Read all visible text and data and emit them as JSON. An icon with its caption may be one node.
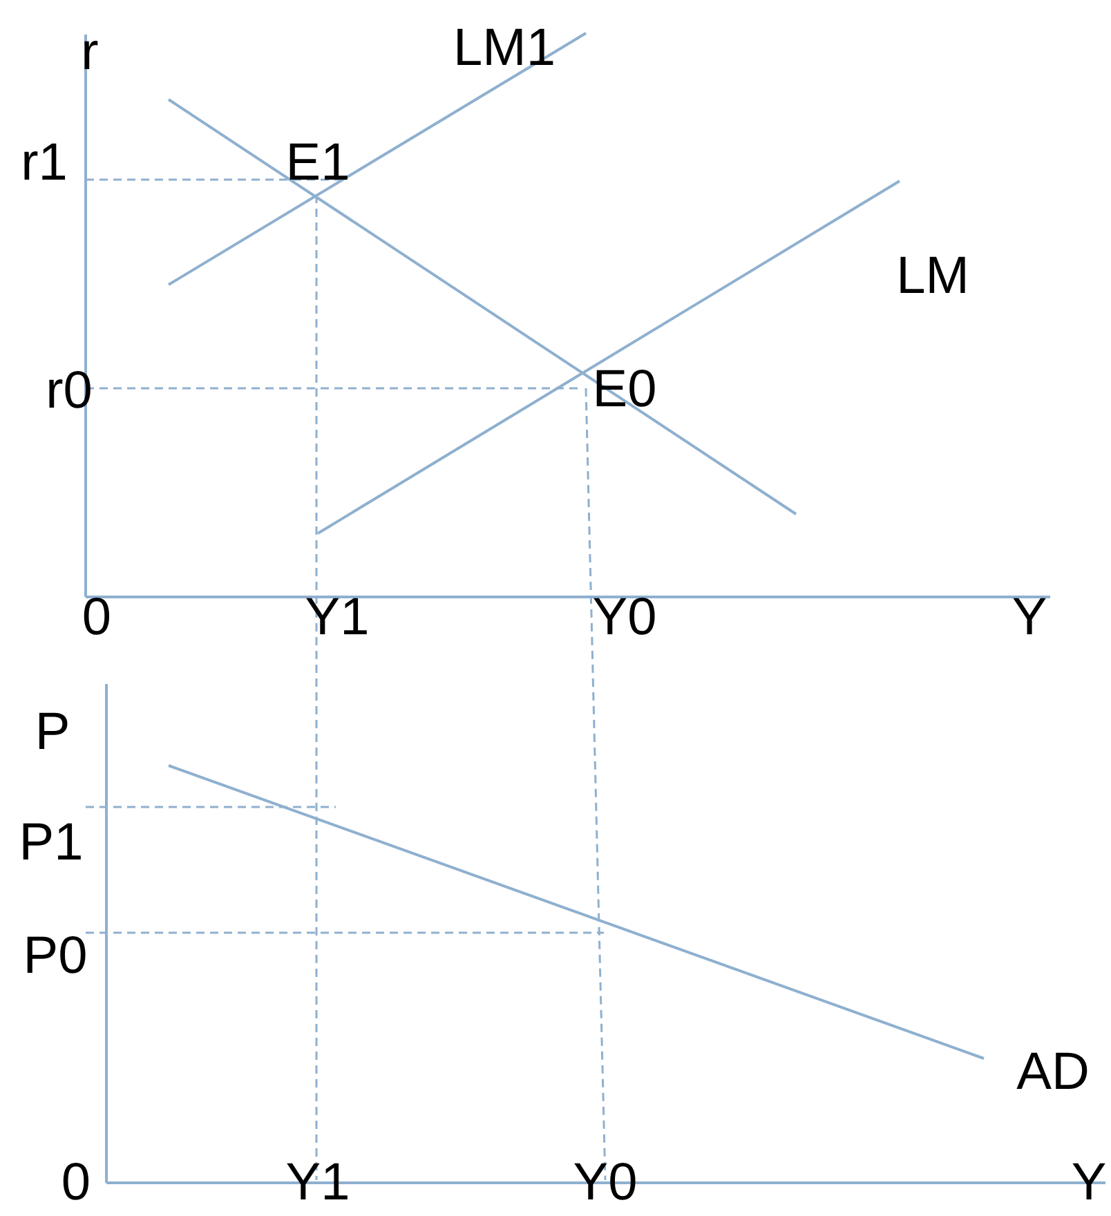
{
  "diagram": {
    "labels": [
      "r",
      "LM1",
      "r1",
      "E1",
      "LM",
      "r0",
      "E0",
      "0",
      "Y1",
      "Y0",
      "Y",
      "P",
      "P1",
      "P0",
      "AD",
      "0",
      "Y1",
      "Y0",
      "Y"
    ]
  }
}
